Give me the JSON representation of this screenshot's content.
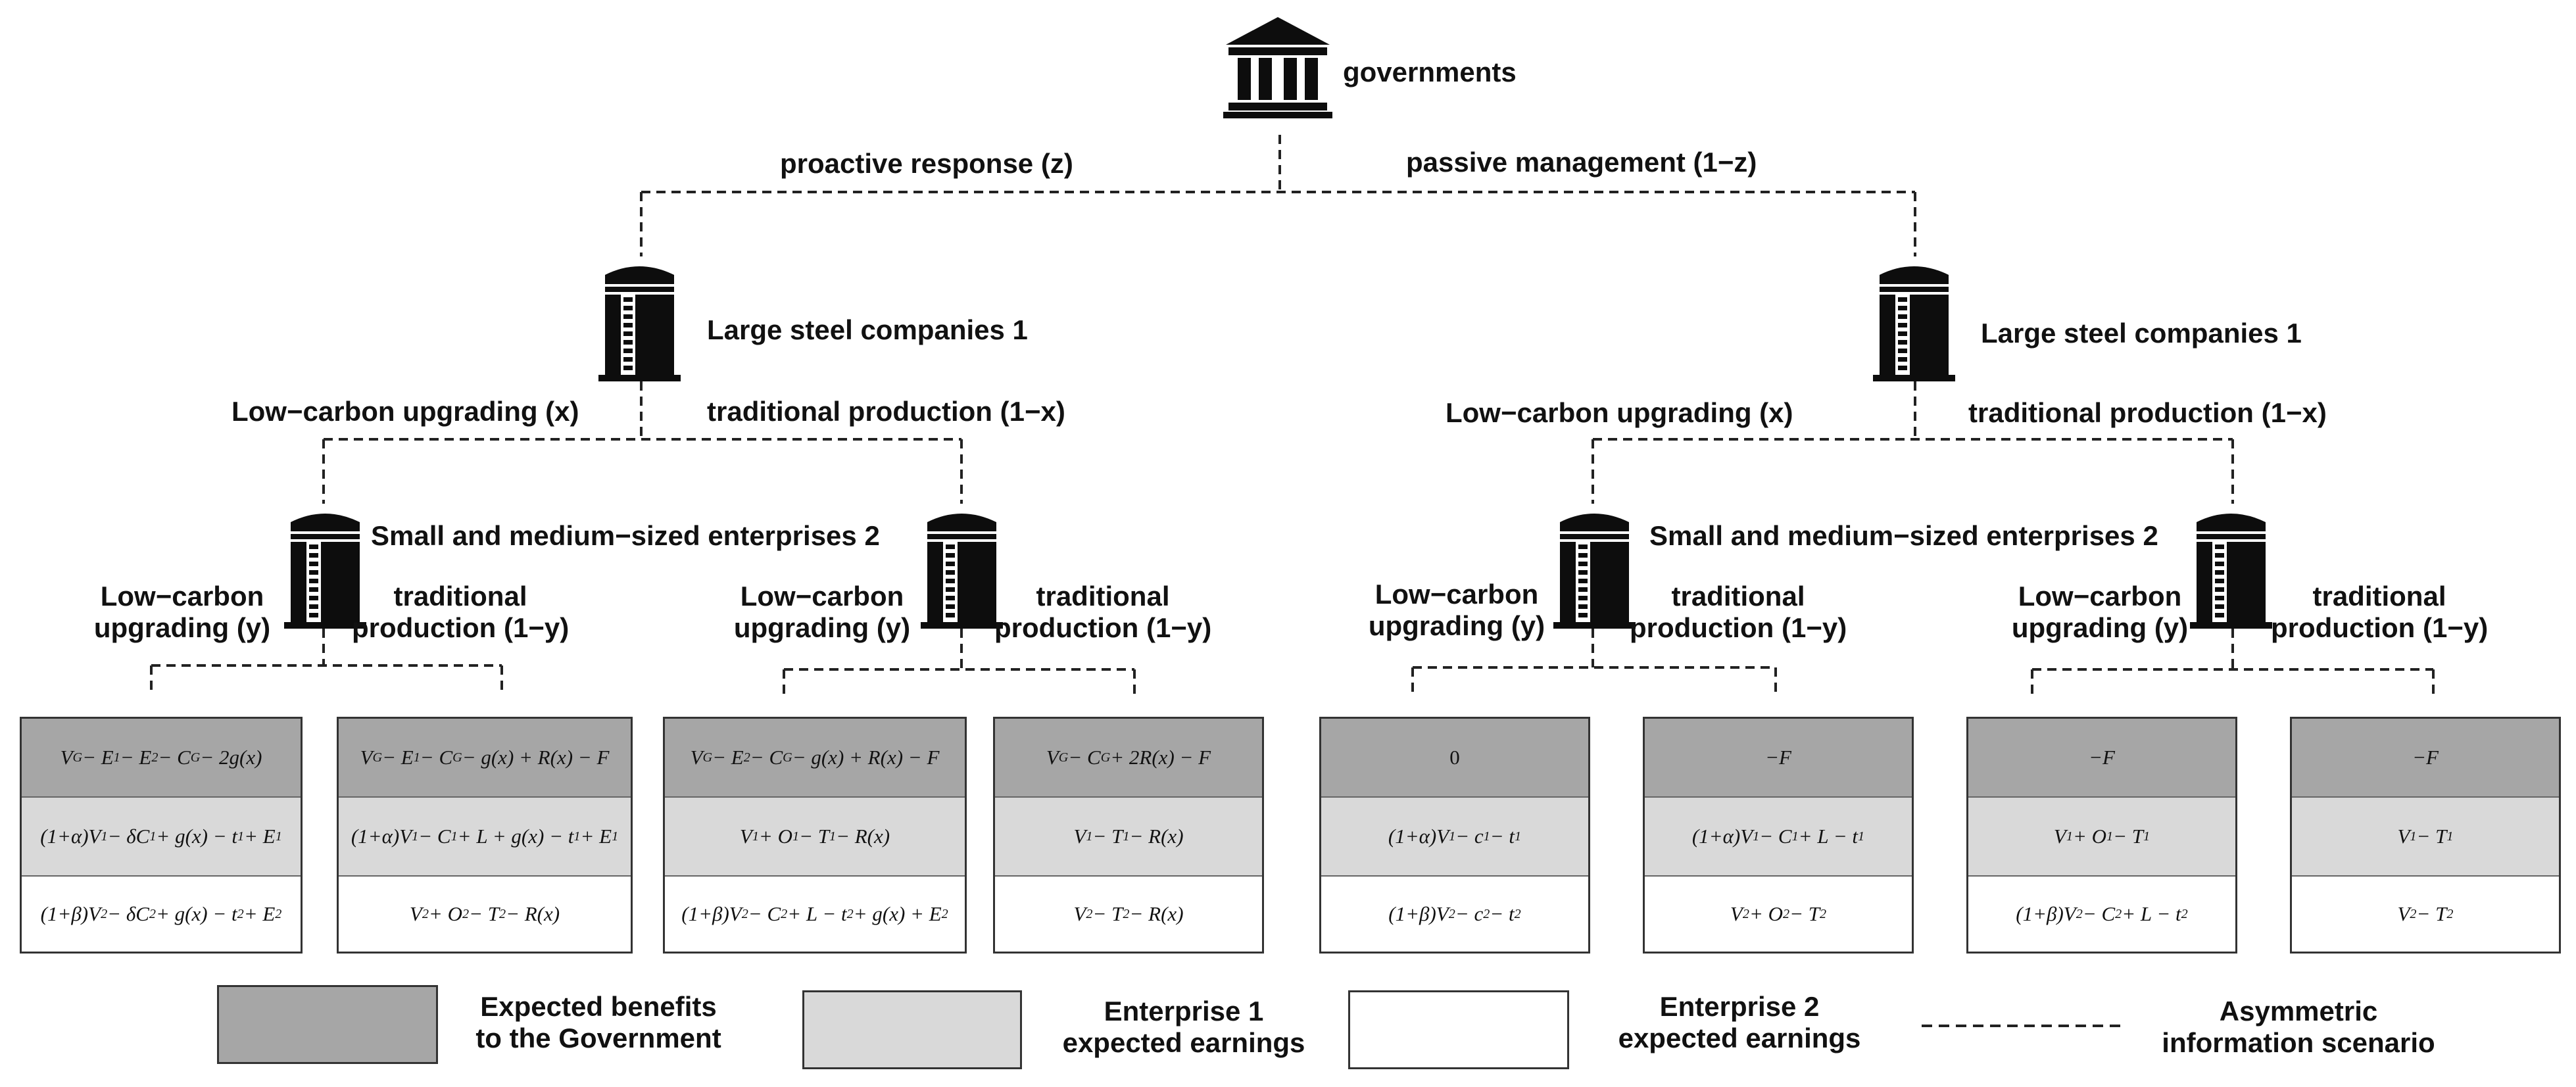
{
  "root": {
    "label": "governments",
    "icon": "government-building-icon"
  },
  "gov_branches": {
    "left": "proactive response (z)",
    "right": "passive management (1−z)"
  },
  "large_label": "Large steel companies 1",
  "sme_label": "Small and medium−sized enterprises 2",
  "x_branches": {
    "left": "Low−carbon upgrading (x)",
    "right": "traditional production (1−x)"
  },
  "y_branches": {
    "left_line1": "Low−carbon",
    "left_line2": "upgrading (y)",
    "right_line1": "traditional",
    "right_line2": "production (1−y)"
  },
  "payoffs": [
    {
      "gov": "V_G − E_1 − E_2 − C_G − 2g(x)",
      "e1": "(1+α)V_1 − δC_1 + g(x) − t_1 + E_1",
      "e2": "(1+β)V_2 − δC_2 + g(x) − t_2 + E_2"
    },
    {
      "gov": "V_G − E_1 − C_G − g(x) + R(x) − F",
      "e1": "(1+α)V_1 − C_1 + L + g(x) − t_1 + E_1",
      "e2": "V_2 + O_2 − T_2 − R(x)"
    },
    {
      "gov": "V_G − E_2 − C_G − g(x) + R(x) − F",
      "e1": "V_1 + O_1 − T_1 − R(x)",
      "e2": "(1+β)V_2 − C_2 + L − t_2 + g(x) + E_2"
    },
    {
      "gov": "V_G − C_G + 2R(x) − F",
      "e1": "V_1 − T_1 − R(x)",
      "e2": "V_2 − T_2 − R(x)"
    },
    {
      "gov": "0",
      "e1": "(1+α)V_1 − c_1 − t_1",
      "e2": "(1+β)V_2 − c_2 − t_2"
    },
    {
      "gov": "−F",
      "e1": "(1+α)V_1 − C_1 + L − t_1",
      "e2": "V_2 + O_2 − T_2"
    },
    {
      "gov": "−F",
      "e1": "V_1 + O_1 − T_1",
      "e2": "(1+β)V_2 − C_2 + L − t_2"
    },
    {
      "gov": "−F",
      "e1": "V_1 − T_1",
      "e2": "V_2 − T_2"
    }
  ],
  "legend": {
    "gov_line1": "Expected benefits",
    "gov_line2": "to the Government",
    "e1_line1": "Enterprise 1",
    "e1_line2": "expected earnings",
    "e2_line1": "Enterprise 2",
    "e2_line2": "expected earnings",
    "asym_line1": "Asymmetric",
    "asym_line2": "information scenario"
  },
  "colors": {
    "gov_fill": "#a6a6a6",
    "e1_fill": "#d9d9d9",
    "e2_fill": "#ffffff",
    "line": "#222222",
    "icon": "#0d0d0d"
  }
}
